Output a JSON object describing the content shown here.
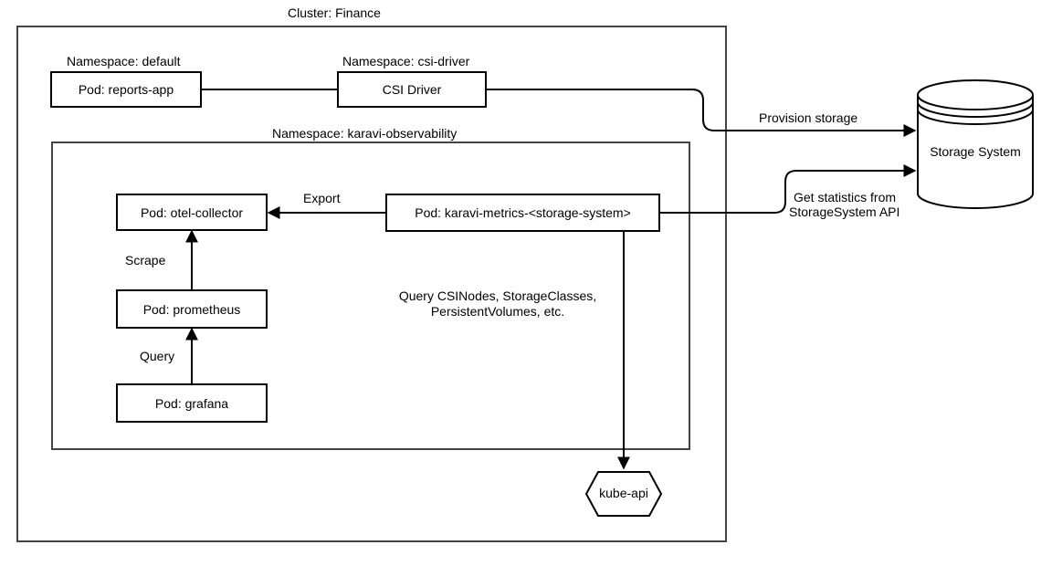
{
  "cluster": {
    "label": "Cluster: Finance"
  },
  "namespaces": {
    "default": "Namespace: default",
    "csi_driver": "Namespace: csi-driver",
    "observability": "Namespace: karavi-observability"
  },
  "nodes": {
    "reports_app": "Pod: reports-app",
    "csi_driver": "CSI Driver",
    "otel_collector": "Pod: otel-collector",
    "karavi_metrics": "Pod: karavi-metrics-<storage-system>",
    "prometheus": "Pod: prometheus",
    "grafana": "Pod: grafana",
    "kube_api": "kube-api",
    "storage_system": "Storage System"
  },
  "edges": {
    "provision": "Provision storage",
    "statistics_line1": "Get statistics from",
    "statistics_line2": "StorageSystem API",
    "export": "Export",
    "scrape": "Scrape",
    "query": "Query",
    "query_k8s_line1": "Query CSINodes, StorageClasses,",
    "query_k8s_line2": "PersistentVolumes, etc."
  }
}
